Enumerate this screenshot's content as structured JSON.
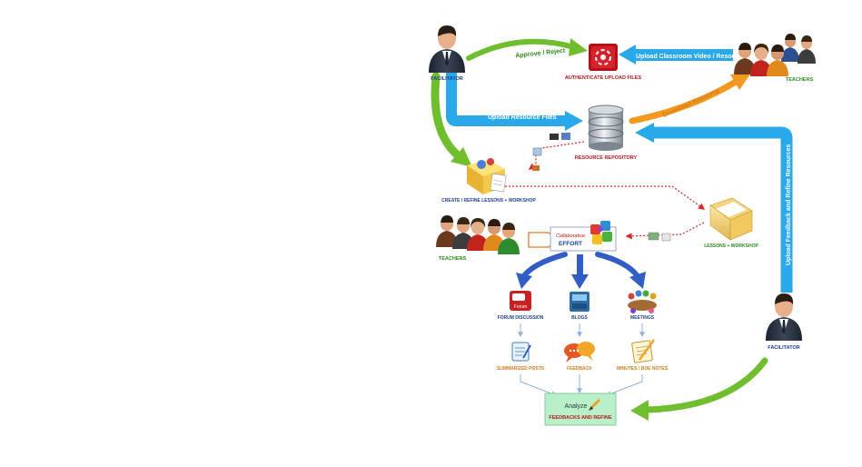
{
  "colors": {
    "blue_band": "#2aa9ea",
    "green_arrow": "#6fbe2e",
    "orange_arrow": "#f39a1e",
    "dark_blue_arrow": "#2f5fc4",
    "label_blue": "#1f3f8f",
    "label_red": "#c0131b",
    "label_green": "#2c8a1c",
    "label_orange": "#d6791a",
    "dotted_red": "#d9252a",
    "analyze_fill": "#b7f0c9"
  },
  "nodes": {
    "facilitator_top": "FACILITATOR",
    "authenticate": "AUTHENTICATE UPLOAD FILES",
    "teachers_top": "TEACHERS",
    "repository": "RESOURCE REPOSITORY",
    "create_refine": "CREATE / REFINE  LESSONS + WORKSHOP",
    "lessons_workshop": "LESSONS + WORKSHOP",
    "teachers_left": "TEACHERS",
    "collaborative_line1": "Collaborative",
    "collaborative_line2": "EFFORT",
    "forum_discussion": "FORUM DISCUSSION",
    "forum_icon_text": "Forum",
    "blogs": "BLOGS",
    "meetings": "MEETINGS",
    "summarized_posts": "SUMMARIZED POSTS",
    "feedback": "FEEDBACK",
    "minutes": "MINUTES / BOE NOTES",
    "facilitator_bottom": "FACILITATOR",
    "analyze_line1": "Analyze",
    "analyze_line2": "FEEDBACKS AND REFINE"
  },
  "arrows": {
    "approve_reject": "Approve / Reject",
    "upload_classroom": "Upload Classroom Video / Resource",
    "upload_resource_files": "Upload Resource Files",
    "download_resource": "Download Resource",
    "upload_feedback": "Upload Feedback and Refine Resources"
  },
  "icons": {
    "person": "businessman-icon",
    "group": "teachers-group-icon",
    "authenticate": "red-square-arrows-icon",
    "database": "database-cylinder-icon",
    "folder": "open-folder-icon",
    "toolbox": "toolbox-with-document-icon",
    "puzzle": "puzzle-pieces-icon",
    "forum": "forum-speech-bubble-icon",
    "blog": "blog-drawer-icon",
    "meeting": "meeting-table-icon",
    "summary": "document-pen-icon",
    "feedback": "speech-bubbles-icon",
    "notes": "notepad-pencil-icon",
    "pencil": "pencil-icon"
  }
}
